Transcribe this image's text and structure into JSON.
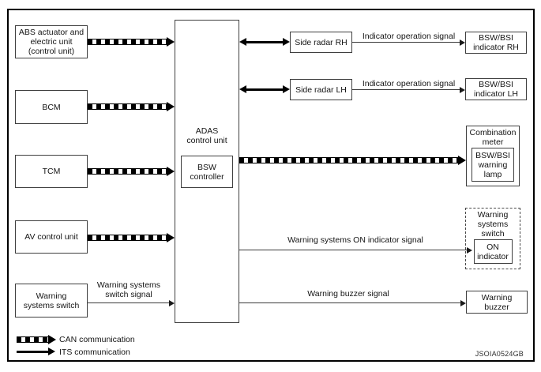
{
  "figure_code": "JSOIA0524GB",
  "nodes": {
    "abs": "ABS actuator and\nelectric unit\n(control unit)",
    "bcm": "BCM",
    "tcm": "TCM",
    "av": "AV control unit",
    "warning_systems_switch": "Warning\nsystems switch",
    "adas": "ADAS\ncontrol unit",
    "bsw_controller": "BSW\ncontroller",
    "side_radar_rh": "Side radar RH",
    "side_radar_lh": "Side radar LH",
    "bsw_bsi_indicator_rh": "BSW/BSI\nindicator RH",
    "bsw_bsi_indicator_lh": "BSW/BSI\nindicator LH",
    "combination_meter": "Combination\nmeter",
    "bsw_bsi_warning_lamp": "BSW/BSI\nwarning\nlamp",
    "warning_systems_switch_panel": "Warning\nsystems\nswitch",
    "on_indicator": "ON\nindicator",
    "warning_buzzer": "Warning\nbuzzer"
  },
  "signals": {
    "indicator_operation_rh": "Indicator operation signal",
    "indicator_operation_lh": "Indicator operation signal",
    "warning_systems_switch": "Warning systems\nswitch signal",
    "warning_on_indicator": "Warning systems ON indicator signal",
    "warning_buzzer": "Warning buzzer signal"
  },
  "legend": {
    "can": "CAN communication",
    "its": "ITS communication"
  }
}
